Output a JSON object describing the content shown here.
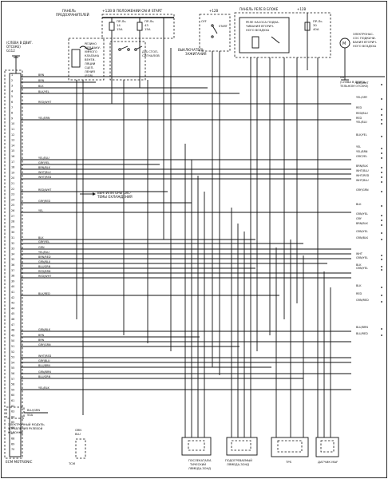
{
  "top": {
    "supply_title": "+12В В ПОЛОЖЕНИИ ON И START",
    "fuse_panel": [
      "ПАНЕЛЬ",
      "ПРЕДОХРАНИТЕЛЕЙ"
    ],
    "fuse_left": [
      "ПР-Ль",
      "14",
      "15А"
    ],
    "fuse_mid": [
      "ПР-Ль",
      "43",
      "15А"
    ],
    "relay_panel": [
      "ПАНЕЛЬ РЕЛЕ В БЛОКЕ",
      "РЕЛЕ НАСОСА ПОДКА-",
      "ЧИВАНИЯ ВТОРИЧ-",
      "НОГО ВОЗДУХА"
    ],
    "fuse_right": [
      "ПР-Ль",
      "30",
      "40А"
    ],
    "air_pump": [
      "ЭЛЕКТРОНАС-",
      "СОС ПОДКАЧИ-",
      "ВАНИЯ ВТОРИЧ-",
      "НОГО ВОЗДУХА"
    ],
    "plus12_left": "+12В",
    "plus12_right": "+12В",
    "left_corner": [
      "(СЛЕВА В ДВИГ.",
      "ОТСЕКЕ)",
      "G112"
    ],
    "right_corner": [
      "G3",
      "(СЛЕВА В ДВИГА-",
      "ТЕЛЬНОМ ОТСЕКЕ)"
    ],
    "valve_left": [
      "РЕЗИНО",
      "ДЛЯ ВАКУ-",
      "УМНОГО",
      "КЛАПАНА",
      "ВЕНТИ-",
      "ЛЯЦИИ",
      "СЦЕП-",
      "ЛЕНИЯ",
      "(EGR)"
    ],
    "stop_switch": [
      "Д-Б СТОП-",
      "СИГНАЛОВ"
    ],
    "ignition": [
      "ВЫКЛЮЧАТЕЛЬ",
      "ЗАЖИГАНИЯ"
    ],
    "off_start": [
      "OFF",
      "START"
    ]
  },
  "connector": {
    "title": "ECM MOTRONIC",
    "pins": [
      "1",
      "2",
      "3",
      "4",
      "5",
      "6",
      "7",
      "8",
      "9",
      "10",
      "11",
      "12",
      "13",
      "14",
      "15",
      "16",
      "17",
      "18",
      "19",
      "20",
      "21",
      "22",
      "23",
      "24",
      "25",
      "26",
      "27",
      "28",
      "29",
      "30",
      "31",
      "32",
      "33",
      "34",
      "35",
      "36",
      "37",
      "38",
      "39",
      "40",
      "41",
      "42",
      "43",
      "44",
      "45",
      "46",
      "47",
      "48",
      "49",
      "50",
      "51",
      "52",
      "53",
      "54",
      "55",
      "56",
      "57",
      "58",
      "59",
      "60",
      "61",
      "62",
      "63",
      "64",
      "65",
      "66",
      "67",
      "68",
      "69",
      "70"
    ]
  },
  "left_wires": [
    "BRN",
    "BRN",
    "BLK",
    "BLK/YEL",
    "RED/WHT",
    "YEL/BRN",
    "YEL/BLU",
    "GRY/YEL",
    "BRN/BLK",
    "WHT/BLU",
    "WHT/RED",
    "RED/WHT",
    "GRY/RED",
    "YEL",
    "BLK",
    "GRY/YEL",
    "GRN",
    "YEL/BLU",
    "BRN/RED",
    "GRN/BLU",
    "BLU/GRN",
    "RED/BRN",
    "RED/WHT",
    "BLK/RED",
    "GRN/BLK",
    "BRN",
    "BRN",
    "GRY/GRN",
    "WHT/RED",
    "GRY/BLU",
    "BLU/BRN",
    "GRN/BRN",
    "BLU/GRN",
    "YEL/BLK"
  ],
  "right_wires": [
    "BLK/WHT",
    "YEL/GRY",
    "RED",
    "RED/BLU",
    "RED",
    "YEL/BLU",
    "BLK/YEL",
    "YEL",
    "YEL/BRN",
    "GRY/YEL",
    "BRN/BLK",
    "WHT/BLU",
    "WHT/RED",
    "WHT/BLU",
    "GRY/GRN",
    "BLK",
    "GRN/YEL",
    "GRY",
    "BRN/BLK",
    "GRN/YEL",
    "GRN/BLK",
    "WHT",
    "GRN/YEL",
    "BLK",
    "GRN/YEL",
    "BLK",
    "RED",
    "GRN/RED",
    "BLU/BRN",
    "BLU/RED"
  ],
  "fan_note": [
    "ВЕНТИЛЯТОРЫ СИС-",
    "ТЕМЫ ОХЛАЖДЕНИЯ"
  ],
  "bottom": {
    "steering": [
      "ЭЛЕКТРОННЫЙ МОДУЛЬ",
      "УПРАВЛЕНИЯ РУЛЕВОЙ",
      "КОЛОНКИ"
    ],
    "tcm": "TCM",
    "o2_front": [
      "ПОСЛЕКАТАЛИ-",
      "ТИЧЕСКИЙ",
      "ЛЯМБДА-ЗОНД"
    ],
    "o2_heated": [
      "ПОДОГРЕВАЕМЫЙ",
      "ЛЯМБДА-ЗОНД"
    ],
    "tps": "TPS",
    "map": "ДАТЧИК MAF",
    "small_wire": "BLU/GRN",
    "small_pin": "53A",
    "tcm_wire": [
      "GRN",
      "BLU"
    ]
  }
}
